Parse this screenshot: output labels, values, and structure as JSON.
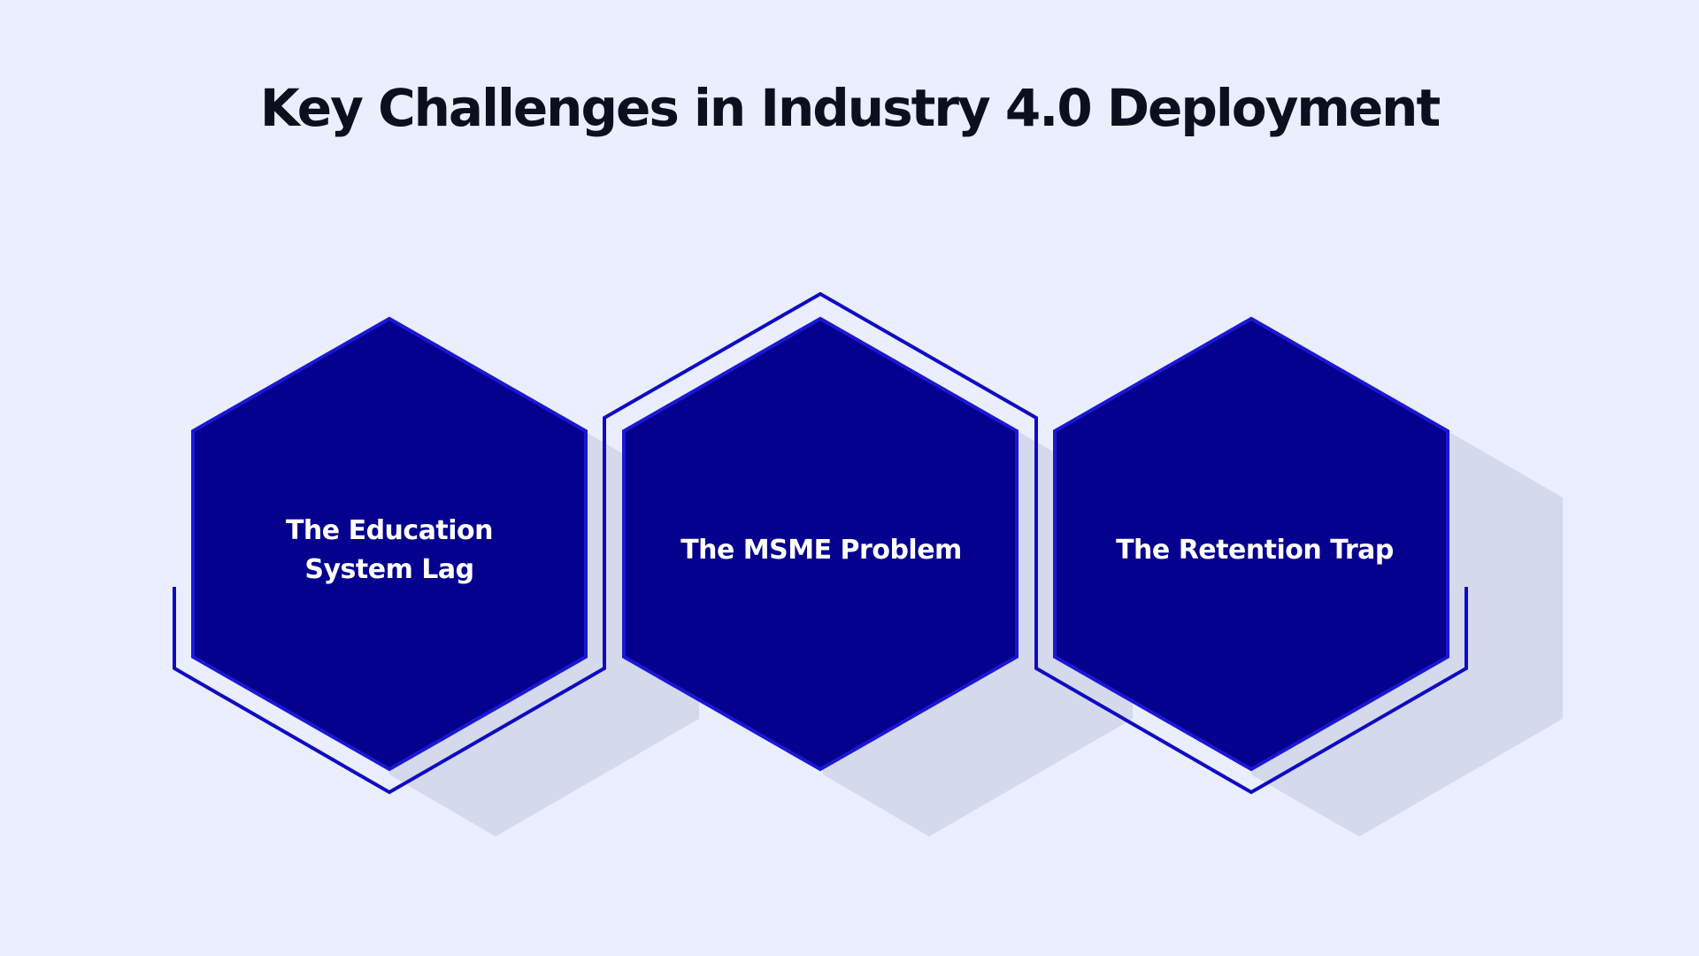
{
  "title": "Key Challenges in Industry 4.0 Deployment",
  "colors": {
    "background": "#eaeefe",
    "hex_fill": "#05008e",
    "hex_stroke": "#1a17d4",
    "outline": "#0e0bc2",
    "shadow": "#d5d9ec",
    "label_text": "#ffffff"
  },
  "hexagons": [
    {
      "lines": [
        "The Education",
        "System Lag"
      ]
    },
    {
      "lines": [
        "The MSME Problem"
      ]
    },
    {
      "lines": [
        "The Retention Trap"
      ]
    }
  ]
}
